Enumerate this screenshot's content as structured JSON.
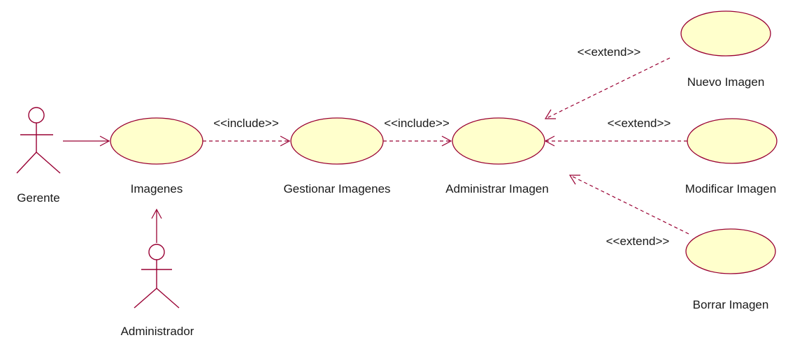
{
  "diagram": {
    "actors": [
      {
        "id": "gerente",
        "label": "Gerente"
      },
      {
        "id": "administrador",
        "label": "Administrador"
      }
    ],
    "use_cases": [
      {
        "id": "imagenes",
        "label": "Imagenes"
      },
      {
        "id": "gestionar",
        "label": "Gestionar Imagenes"
      },
      {
        "id": "administrar",
        "label": "Administrar Imagen"
      },
      {
        "id": "nuevo",
        "label": "Nuevo Imagen"
      },
      {
        "id": "modificar",
        "label": "Modificar Imagen"
      },
      {
        "id": "borrar",
        "label": "Borrar Imagen"
      }
    ],
    "relations": [
      {
        "id": "gerente-imagenes",
        "from": "gerente",
        "to": "imagenes",
        "type": "association",
        "label": ""
      },
      {
        "id": "administrador-imagenes",
        "from": "administrador",
        "to": "imagenes",
        "type": "association",
        "label": ""
      },
      {
        "id": "imagenes-gestionar",
        "from": "imagenes",
        "to": "gestionar",
        "type": "include",
        "label": "<<include>>"
      },
      {
        "id": "gestionar-administrar",
        "from": "gestionar",
        "to": "administrar",
        "type": "include",
        "label": "<<include>>"
      },
      {
        "id": "nuevo-administrar",
        "from": "nuevo",
        "to": "administrar",
        "type": "extend",
        "label": "<<extend>>"
      },
      {
        "id": "modificar-administrar",
        "from": "modificar",
        "to": "administrar",
        "type": "extend",
        "label": "<<extend>>"
      },
      {
        "id": "borrar-administrar",
        "from": "borrar",
        "to": "administrar",
        "type": "extend",
        "label": "<<extend>>"
      }
    ]
  },
  "colors": {
    "stroke": "#990033",
    "use_case_fill": "#ffffcc",
    "text": "#1a1a1a"
  }
}
